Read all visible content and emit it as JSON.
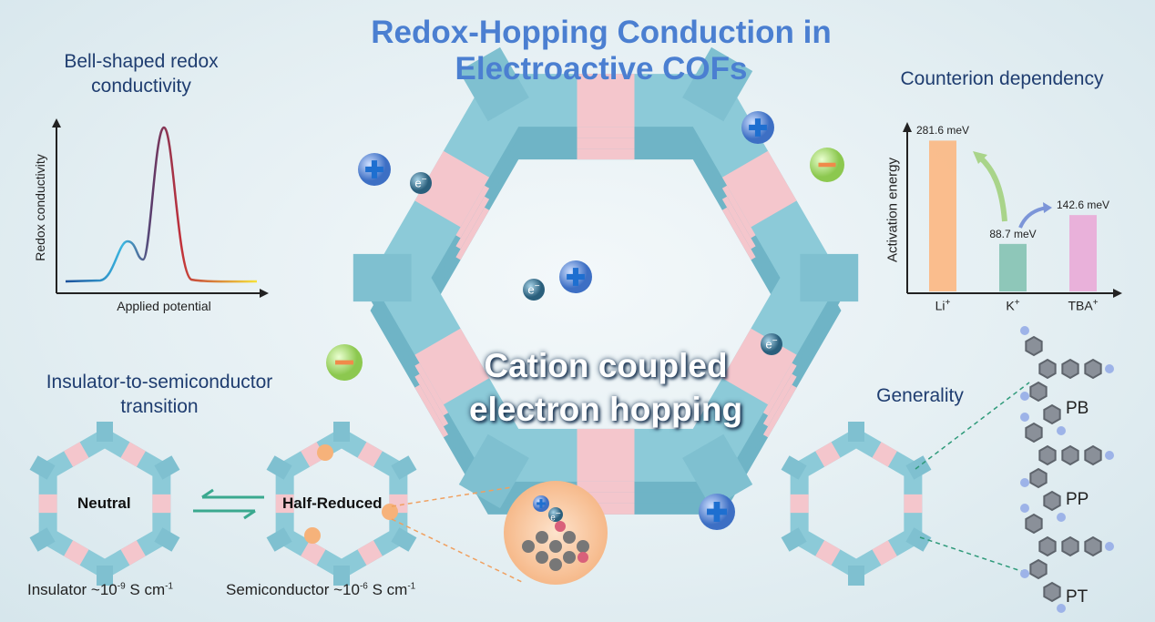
{
  "title": {
    "line1": "Redox-Hopping Conduction in",
    "line2": "Electroactive COFs"
  },
  "bell": {
    "heading_line1": "Bell-shaped redox",
    "heading_line2": "conductivity",
    "ylabel": "Redox conductivity",
    "xlabel": "Applied potential"
  },
  "counterion": {
    "heading": "Counterion dependency",
    "ylabel": "Activation energy",
    "chart_data": {
      "type": "bar",
      "categories": [
        "Li",
        "K",
        "TBA"
      ],
      "category_superscript": "+",
      "values": [
        281.6,
        88.7,
        142.6
      ],
      "value_labels": [
        "281.6 meV",
        "88.7 meV",
        "142.6 meV"
      ],
      "ylabel": "Activation energy",
      "ylim": [
        0,
        300
      ],
      "colors": [
        "#fdb47a",
        "#7fbfae",
        "#eaa6d6"
      ]
    }
  },
  "transition": {
    "heading_line1": "Insulator-to-semiconductor",
    "heading_line2": "transition",
    "neutral_label": "Neutral",
    "half_reduced_label": "Half-Reduced",
    "insulator": {
      "text": "Insulator ~10",
      "exp": "-9",
      "unit": " S cm",
      "unit_exp": "-1"
    },
    "semiconductor": {
      "text": "Semiconductor ~10",
      "exp": "-6",
      "unit": " S cm",
      "unit_exp": "-1"
    }
  },
  "center": {
    "line1": "Cation coupled",
    "line2": "electron hopping",
    "electron": "e",
    "electron_sup": "−"
  },
  "generality": {
    "heading": "Generality",
    "molecules": [
      "PB",
      "PP",
      "PT"
    ]
  },
  "colors": {
    "title": "#4b7fd1",
    "hex_blue": "#7cc3d3",
    "hex_pink": "#f4c6cc",
    "cation": "#3d6fc4",
    "anion": "#9fd36a"
  }
}
